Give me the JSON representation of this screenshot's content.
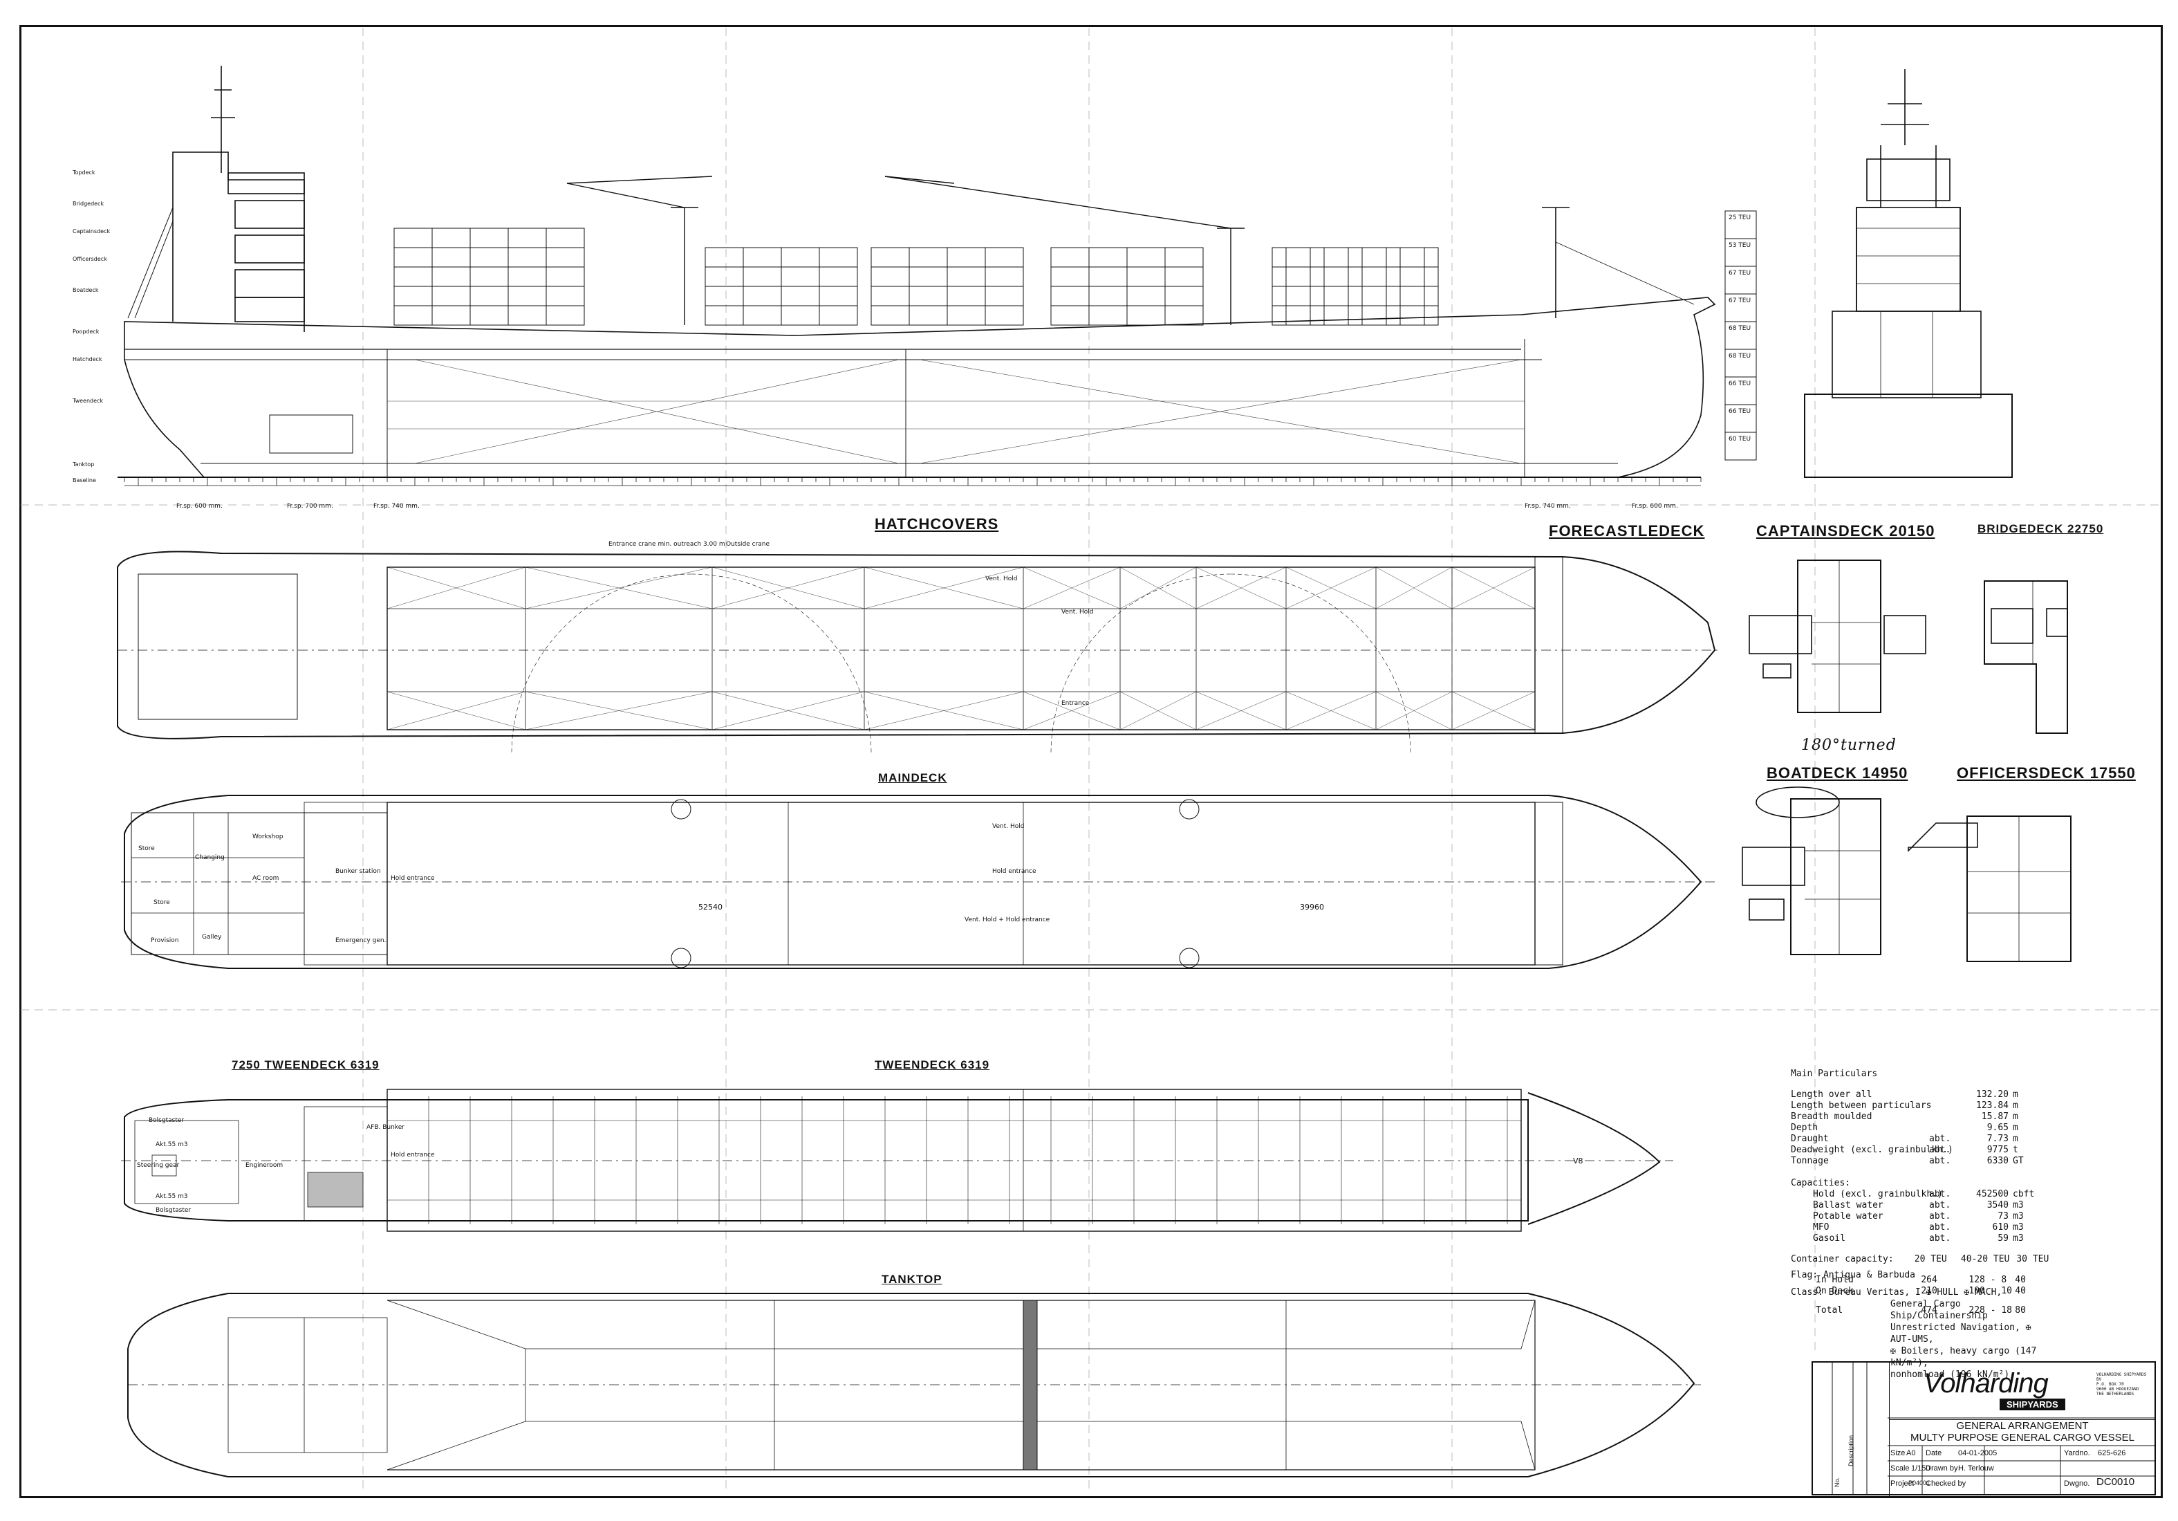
{
  "deck_labels": {
    "hatchcovers": "HATCHCOVERS",
    "forecastledeck": "FORECASTLEDECK",
    "captainsdeck": "CAPTAINSDECK 20150",
    "bridgedeck": "BRIDGEDECK 22750",
    "maindeck": "MAINDECK",
    "boatdeck": "BOATDECK 14950",
    "officersdeck": "OFFICERSDECK 17550",
    "tweendeck_left": "7250 TWEENDECK 6319",
    "tweendeck": "TWEENDECK 6319",
    "tanktop": "TANKTOP",
    "annotation": "180°turned"
  },
  "profile_level_labels": [
    "Topdeck",
    "Bridgedeck",
    "Captainsdeck",
    "Officersdeck",
    "Boatdeck",
    "Poopdeck",
    "Hatchdeck",
    "Tweendeck",
    "Tanktop",
    "Baseline"
  ],
  "teu_column": [
    "25 TEU",
    "53 TEU",
    "67 TEU",
    "67 TEU",
    "68 TEU",
    "68 TEU",
    "66 TEU",
    "66 TEU",
    "60 TEU"
  ],
  "frame_spacing": [
    "Fr.sp. 600 mm.",
    "Fr.sp. 700 mm.",
    "Fr.sp. 740 mm.",
    "Fr.sp. 740 mm.",
    "Fr.sp. 600 mm."
  ],
  "maindeck_dims": [
    "52540",
    "39960"
  ],
  "main_particulars": {
    "heading": "Main Particulars",
    "rows": [
      {
        "label": "Length over all",
        "q": "",
        "value": "132.20",
        "unit": "m"
      },
      {
        "label": "Length between particulars",
        "q": "",
        "value": "123.84",
        "unit": "m"
      },
      {
        "label": "Breadth moulded",
        "q": "",
        "value": "15.87",
        "unit": "m"
      },
      {
        "label": "Depth",
        "q": "",
        "value": "9.65",
        "unit": "m"
      },
      {
        "label": "Draught",
        "q": "abt.",
        "value": "7.73",
        "unit": "m"
      },
      {
        "label": "Deadweight (excl. grainbulkh.)",
        "q": "abt.",
        "value": "9775",
        "unit": "t"
      },
      {
        "label": "Tonnage",
        "q": "abt.",
        "value": "6330",
        "unit": "GT"
      }
    ],
    "capacities_heading": "Capacities:",
    "capacities": [
      {
        "label": "Hold (excl. grainbulkh.)",
        "q": "abt.",
        "value": "452500",
        "unit": "cbft"
      },
      {
        "label": "Ballast water",
        "q": "abt.",
        "value": "3540",
        "unit": "m3"
      },
      {
        "label": "Potable water",
        "q": "abt.",
        "value": "73",
        "unit": "m3"
      },
      {
        "label": "MFO",
        "q": "abt.",
        "value": "610",
        "unit": "m3"
      },
      {
        "label": "Gasoil",
        "q": "abt.",
        "value": "59",
        "unit": "m3"
      }
    ],
    "container_heading": "Container capacity:",
    "container_cols": [
      "20 TEU",
      "40-20 TEU",
      "30 TEU"
    ],
    "container_rows": [
      {
        "label": "In Hold",
        "a": "264",
        "b": "128 - 8",
        "c": "40"
      },
      {
        "label": "On Deck",
        "a": "210",
        "b": "100 - 10",
        "c": "40"
      },
      {
        "label": "Total",
        "a": "474",
        "b": "228 - 18",
        "c": "80"
      }
    ],
    "flag": "Flag: Antigua & Barbuda",
    "class_lines": [
      "Class: Bureau Veritas, I ✠ HULL ✠ MACH,",
      "General Cargo Ship/Containership",
      "Unrestricted Navigation, ✠ AUT-UMS,",
      "✠ Boilers, heavy cargo (147 kN/m²),",
      "nonhomload (196 kN/m²)"
    ]
  },
  "title_block": {
    "brand": "Volharding",
    "shipyards": "SHIPYARDS",
    "address": [
      "VOLHARDING SHIPYARDS BV",
      "P.O. BOX 70",
      "9600 AB HOOGEZAND",
      "THE NETHERLANDS"
    ],
    "title_1": "GENERAL ARRANGEMENT",
    "title_2": "MULTY PURPOSE GENERAL CARGO VESSEL",
    "size_label": "Size",
    "size": "A0",
    "date_label": "Date",
    "date": "04-01-2005",
    "yard_label": "Yardno.",
    "yard": "625-626",
    "scale_label": "Scale",
    "scale": "1/150",
    "drawn_label": "Drawn by",
    "drawn": "H. Terlouw",
    "project_label": "Project",
    "project": "P04001",
    "checked_label": "Checked by",
    "dwg_label": "Dwgno.",
    "dwg": "DC0010",
    "description_label": "Description",
    "no_label": "No."
  },
  "room_labels": {
    "maindeck": [
      "Store",
      "Changing",
      "Workshop",
      "AC room",
      "Bunker station",
      "Store",
      "Galley",
      "Provision",
      "Emergency gen.",
      "Hold entrance",
      "Vent. Hold",
      "Hold entrance",
      "Vent. Hold + Hold entrance"
    ],
    "tweendeck": [
      "Bolsgtaster",
      "Akt.55 m3",
      "Steering gear",
      "Engineroom",
      "Akt.55 m3",
      "Bolsgtaster",
      "AFB. Bunker",
      "Hold entrance",
      "V8"
    ],
    "hatch": [
      "Entrance crane min. outreach 3.00 m",
      "Outside crane",
      "Vent. Hold",
      "Vent. Hold",
      "Entrance"
    ]
  }
}
